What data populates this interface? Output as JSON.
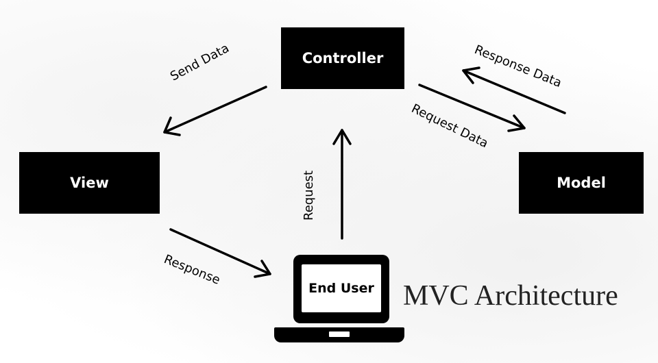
{
  "nodes": {
    "controller": "Controller",
    "view": "View",
    "model": "Model",
    "end_user": "End User"
  },
  "edges": {
    "send_data": "Send Data",
    "response_data": "Response Data",
    "request_data": "Request Data",
    "request": "Request",
    "response": "Response"
  },
  "title": "MVC Architecture",
  "colors": {
    "box": "#000000",
    "box_text": "#ffffff",
    "arrow": "#000000"
  }
}
